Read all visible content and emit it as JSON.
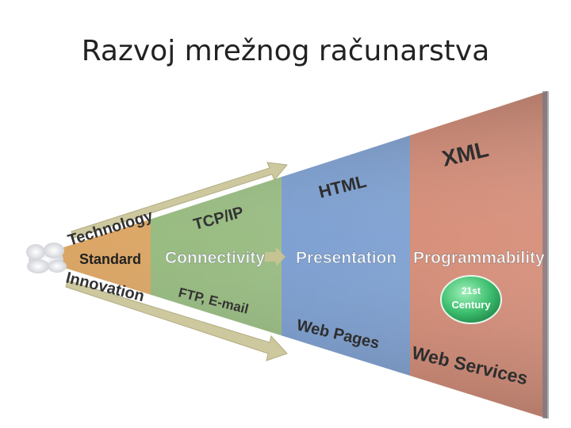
{
  "slide": {
    "title": "Razvoj mrežnog računarstva"
  },
  "diagram": {
    "top_axis": "Technology",
    "middle_axis": "Standard",
    "bottom_axis": "Innovation",
    "stages": [
      {
        "color": "#d9a05b",
        "stage": "",
        "technology": "",
        "innovation": ""
      },
      {
        "color": "#8fb676",
        "stage": "Connectivity",
        "technology": "TCP/IP",
        "innovation": "FTP, E-mail"
      },
      {
        "color": "#6d94cc",
        "stage": "Presentation",
        "technology": "HTML",
        "innovation": "Web Pages"
      },
      {
        "color": "#d07b62",
        "stage": "Programmability",
        "technology": "XML",
        "innovation": "Web Services"
      }
    ],
    "badge": {
      "line1": "21st",
      "line2": "Century"
    }
  },
  "colors": {
    "arrow": "#c8c394",
    "badge": "#3fbf70",
    "label": "#333333",
    "stage_label": "#f2f5f8"
  }
}
